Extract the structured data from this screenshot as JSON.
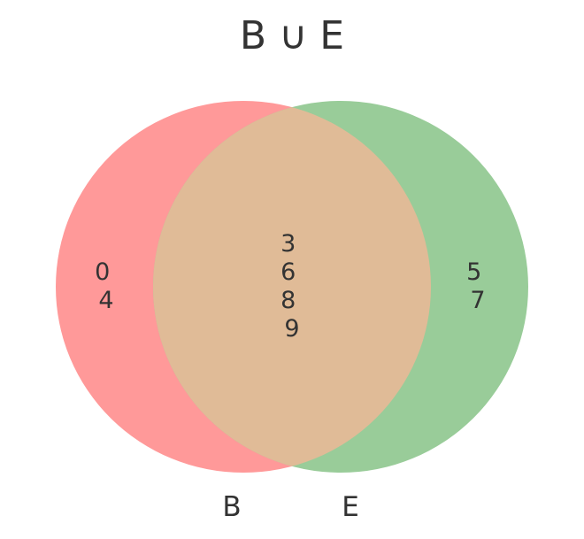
{
  "title": "B ∪ E",
  "colors": {
    "set_b": "#ff9999",
    "set_e": "#99cc99",
    "intersection": "#e0bb97",
    "text": "#333333"
  },
  "sets": {
    "b": {
      "label": "B",
      "only": [
        "0",
        "4"
      ]
    },
    "e": {
      "label": "E",
      "only": [
        "5",
        "7"
      ]
    },
    "intersection": [
      "3",
      "6",
      "8",
      "9"
    ]
  }
}
